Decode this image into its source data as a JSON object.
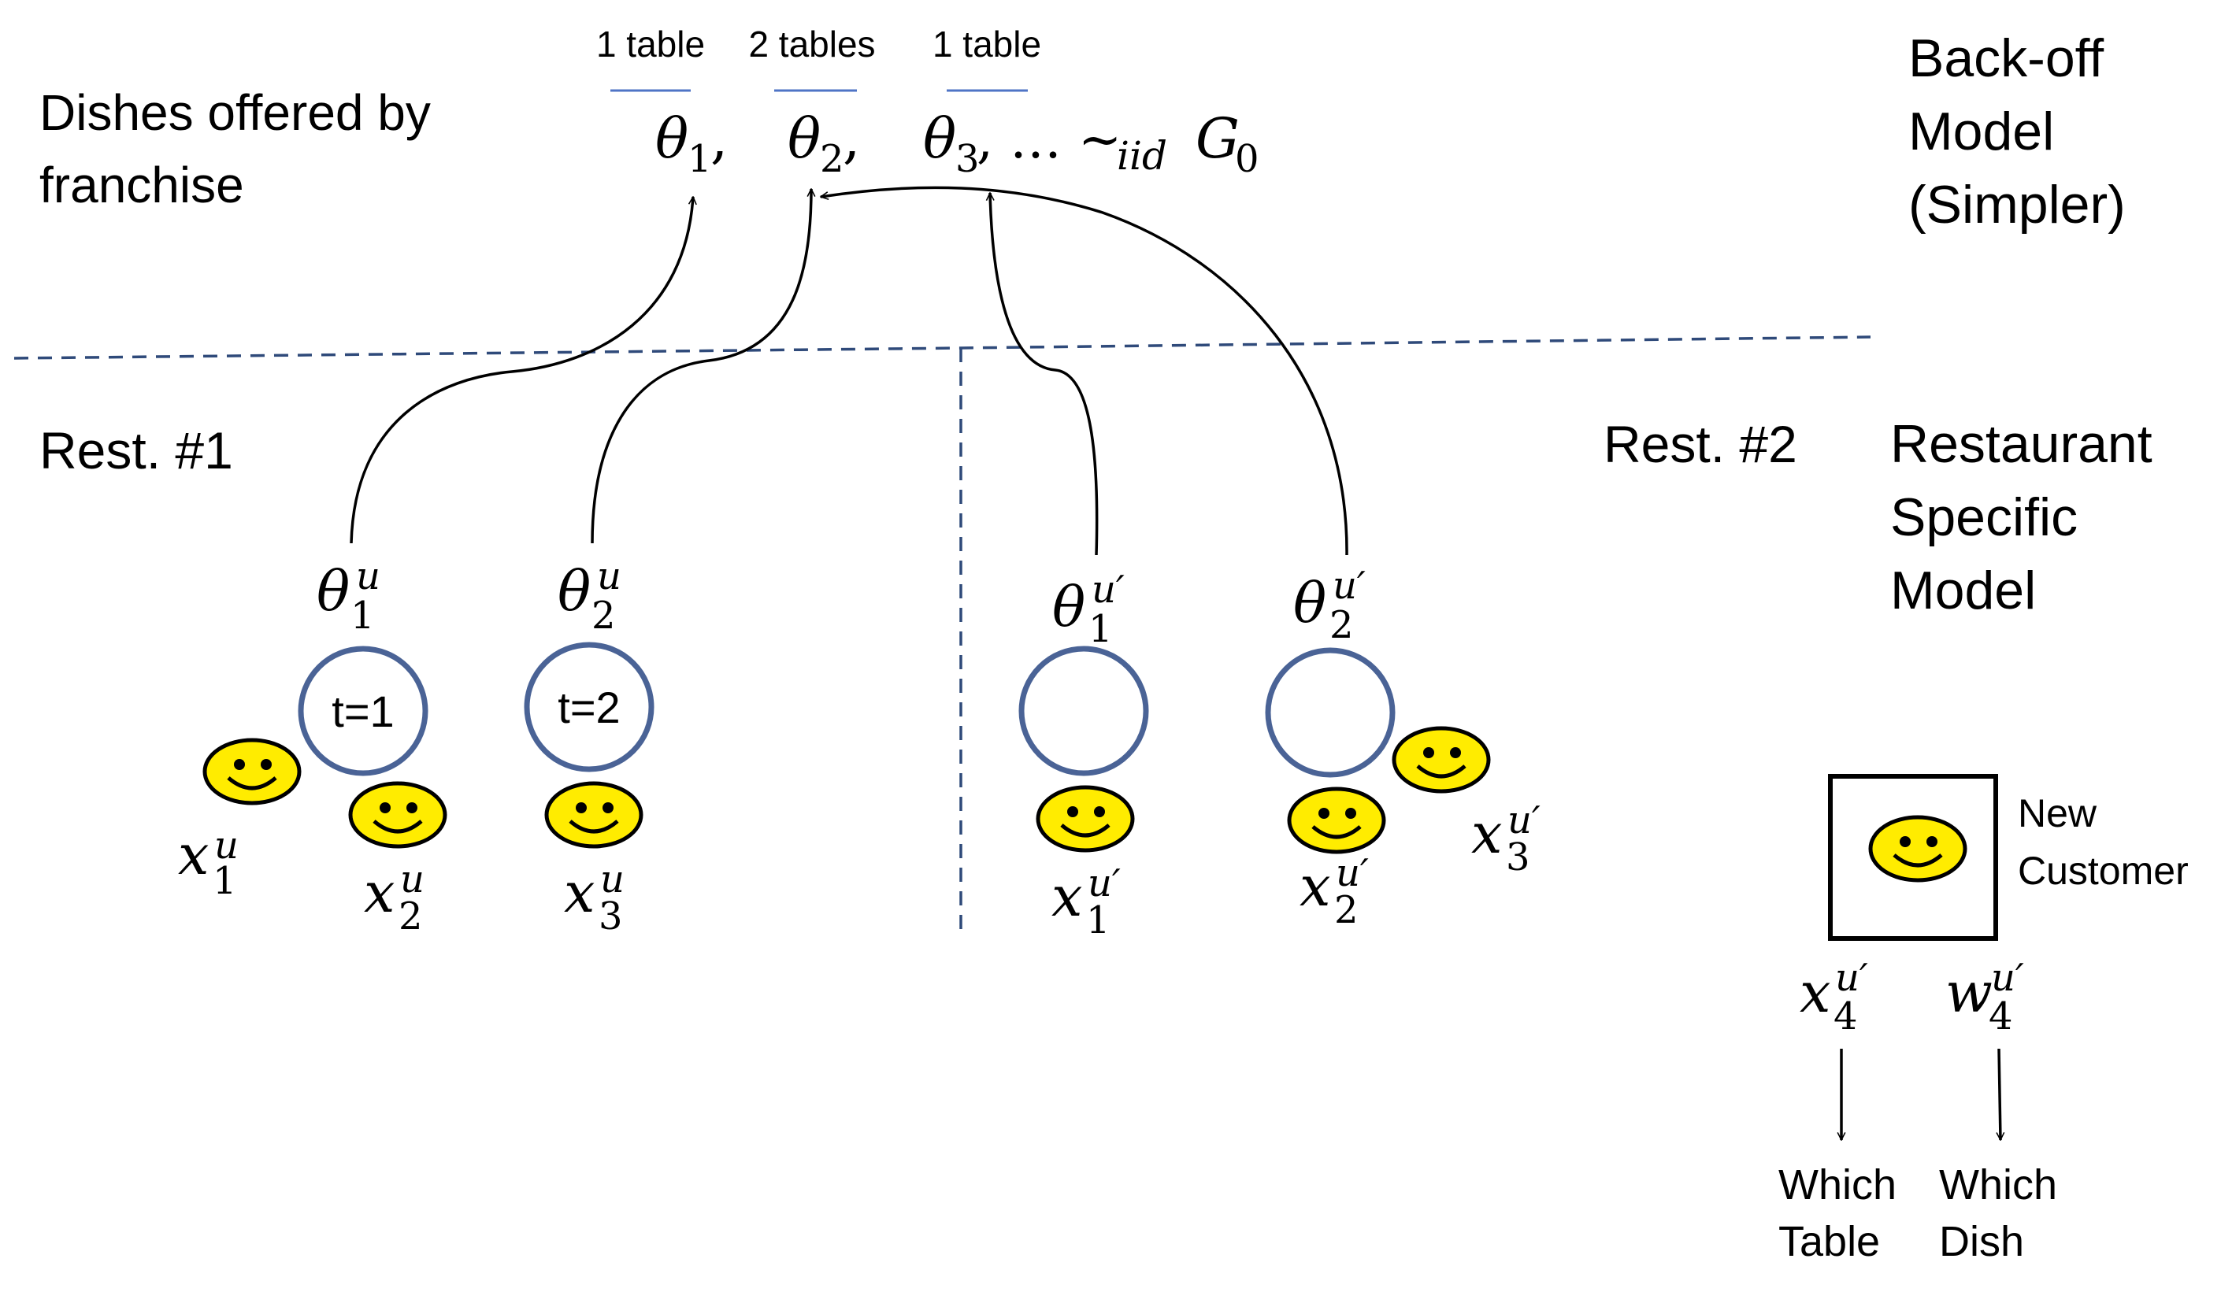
{
  "header": {
    "dishes_line1": "Dishes offered by",
    "dishes_line2": "franchise",
    "table_counts": [
      "1 table",
      "2 tables",
      "1 table"
    ],
    "prior_tail": ", … ~",
    "prior_sub": "iid",
    "prior_base": "G",
    "prior_base_sub": "0",
    "theta_symbol": "θ",
    "theta_subs": [
      "1",
      "2",
      "3"
    ],
    "comma": ","
  },
  "backoff": {
    "line1": "Back-off",
    "line2": "Model",
    "line3": "(Simpler)"
  },
  "restaurant_specific": {
    "line1": "Restaurant",
    "line2": "Specific",
    "line3": "Model"
  },
  "rest1": {
    "title": "Rest. #1",
    "tables": [
      {
        "label": "t=1",
        "theta": "θ",
        "sup": "u",
        "sub": "1"
      },
      {
        "label": "t=2",
        "theta": "θ",
        "sup": "u",
        "sub": "2"
      }
    ],
    "customers": [
      {
        "var": "x",
        "sup": "u",
        "sub": "1"
      },
      {
        "var": "x",
        "sup": "u",
        "sub": "2"
      },
      {
        "var": "x",
        "sup": "u",
        "sub": "3"
      }
    ]
  },
  "rest2": {
    "title": "Rest. #2",
    "tables": [
      {
        "label": "",
        "theta": "θ",
        "sup": "u′",
        "sub": "1"
      },
      {
        "label": "",
        "theta": "θ",
        "sup": "u′",
        "sub": "2"
      }
    ],
    "customers": [
      {
        "var": "x",
        "sup": "u′",
        "sub": "1"
      },
      {
        "var": "x",
        "sup": "u′",
        "sub": "2"
      },
      {
        "var": "x",
        "sup": "u′",
        "sub": "3"
      }
    ]
  },
  "new_customer": {
    "line1": "New",
    "line2": "Customer",
    "x_var": {
      "var": "x",
      "sup": "u′",
      "sub": "4"
    },
    "w_var": {
      "var": "w",
      "sup": "u′",
      "sub": "4"
    },
    "which_table_1": "Which",
    "which_table_2": "Table",
    "which_dish_1": "Which",
    "which_dish_2": "Dish"
  },
  "colors": {
    "table_circle": "#4a6396",
    "divider": "#2f4a7a",
    "underline": "#4f74c6",
    "smiley_face": "#ffec00",
    "text": "#000000"
  }
}
